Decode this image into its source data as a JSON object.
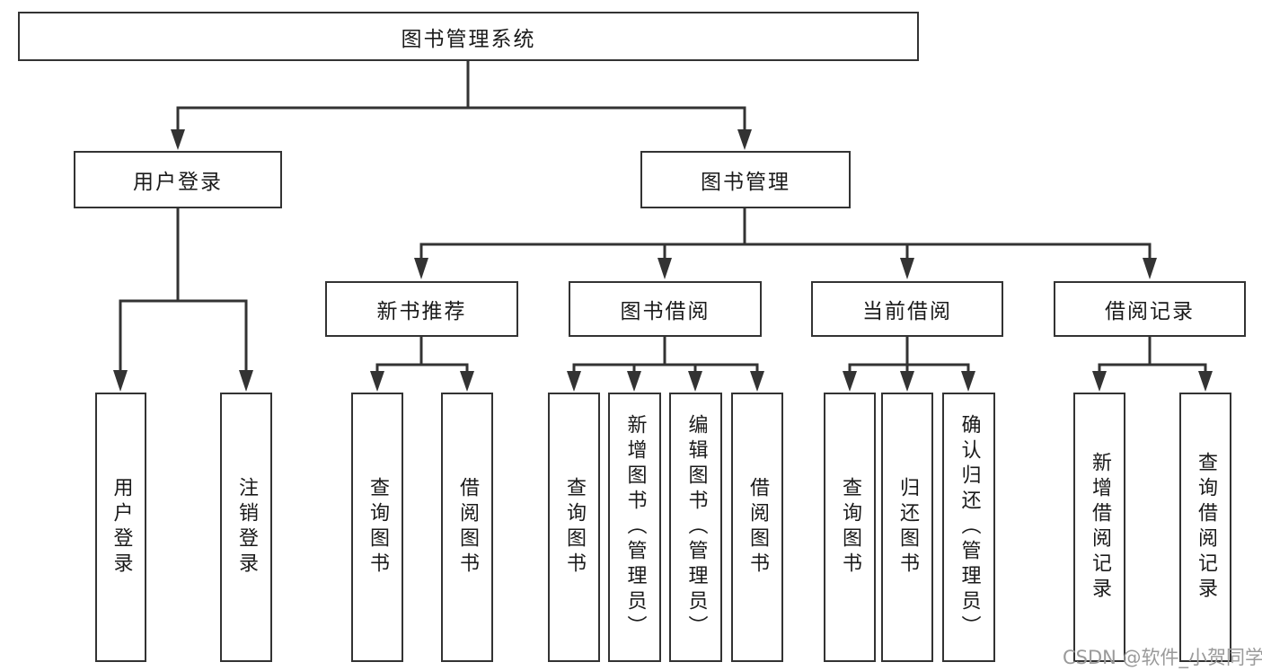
{
  "diagram": {
    "type": "hierarchy-tree",
    "colors": {
      "line": "#333333",
      "node_border": "#333333",
      "node_text": "#1a1a1a",
      "background": "#ffffff",
      "watermark": "#9a9a9a"
    },
    "nodes": {
      "root": {
        "label": "图书管理系统"
      },
      "branches": [
        {
          "label": "用户登录"
        },
        {
          "label": "图书管理"
        }
      ],
      "modules": [
        {
          "label": "新书推荐"
        },
        {
          "label": "图书借阅"
        },
        {
          "label": "当前借阅"
        },
        {
          "label": "借阅记录"
        }
      ],
      "leaves": [
        {
          "label": "用户登录",
          "parent": "用户登录"
        },
        {
          "label": "注销登录",
          "parent": "用户登录"
        },
        {
          "label": "查询图书",
          "parent": "新书推荐"
        },
        {
          "label": "借阅图书",
          "parent": "新书推荐"
        },
        {
          "label": "查询图书",
          "parent": "图书借阅"
        },
        {
          "label": "新增图书（管理员）",
          "parent": "图书借阅"
        },
        {
          "label": "编辑图书（管理员）",
          "parent": "图书借阅"
        },
        {
          "label": "借阅图书",
          "parent": "图书借阅"
        },
        {
          "label": "查询图书",
          "parent": "当前借阅"
        },
        {
          "label": "归还图书",
          "parent": "当前借阅"
        },
        {
          "label": "确认归还（管理员）",
          "parent": "当前借阅"
        },
        {
          "label": "新增借阅记录",
          "parent": "借阅记录"
        },
        {
          "label": "查询借阅记录",
          "parent": "借阅记录"
        }
      ]
    },
    "watermark": "CSDN @软件_小贺同学"
  }
}
